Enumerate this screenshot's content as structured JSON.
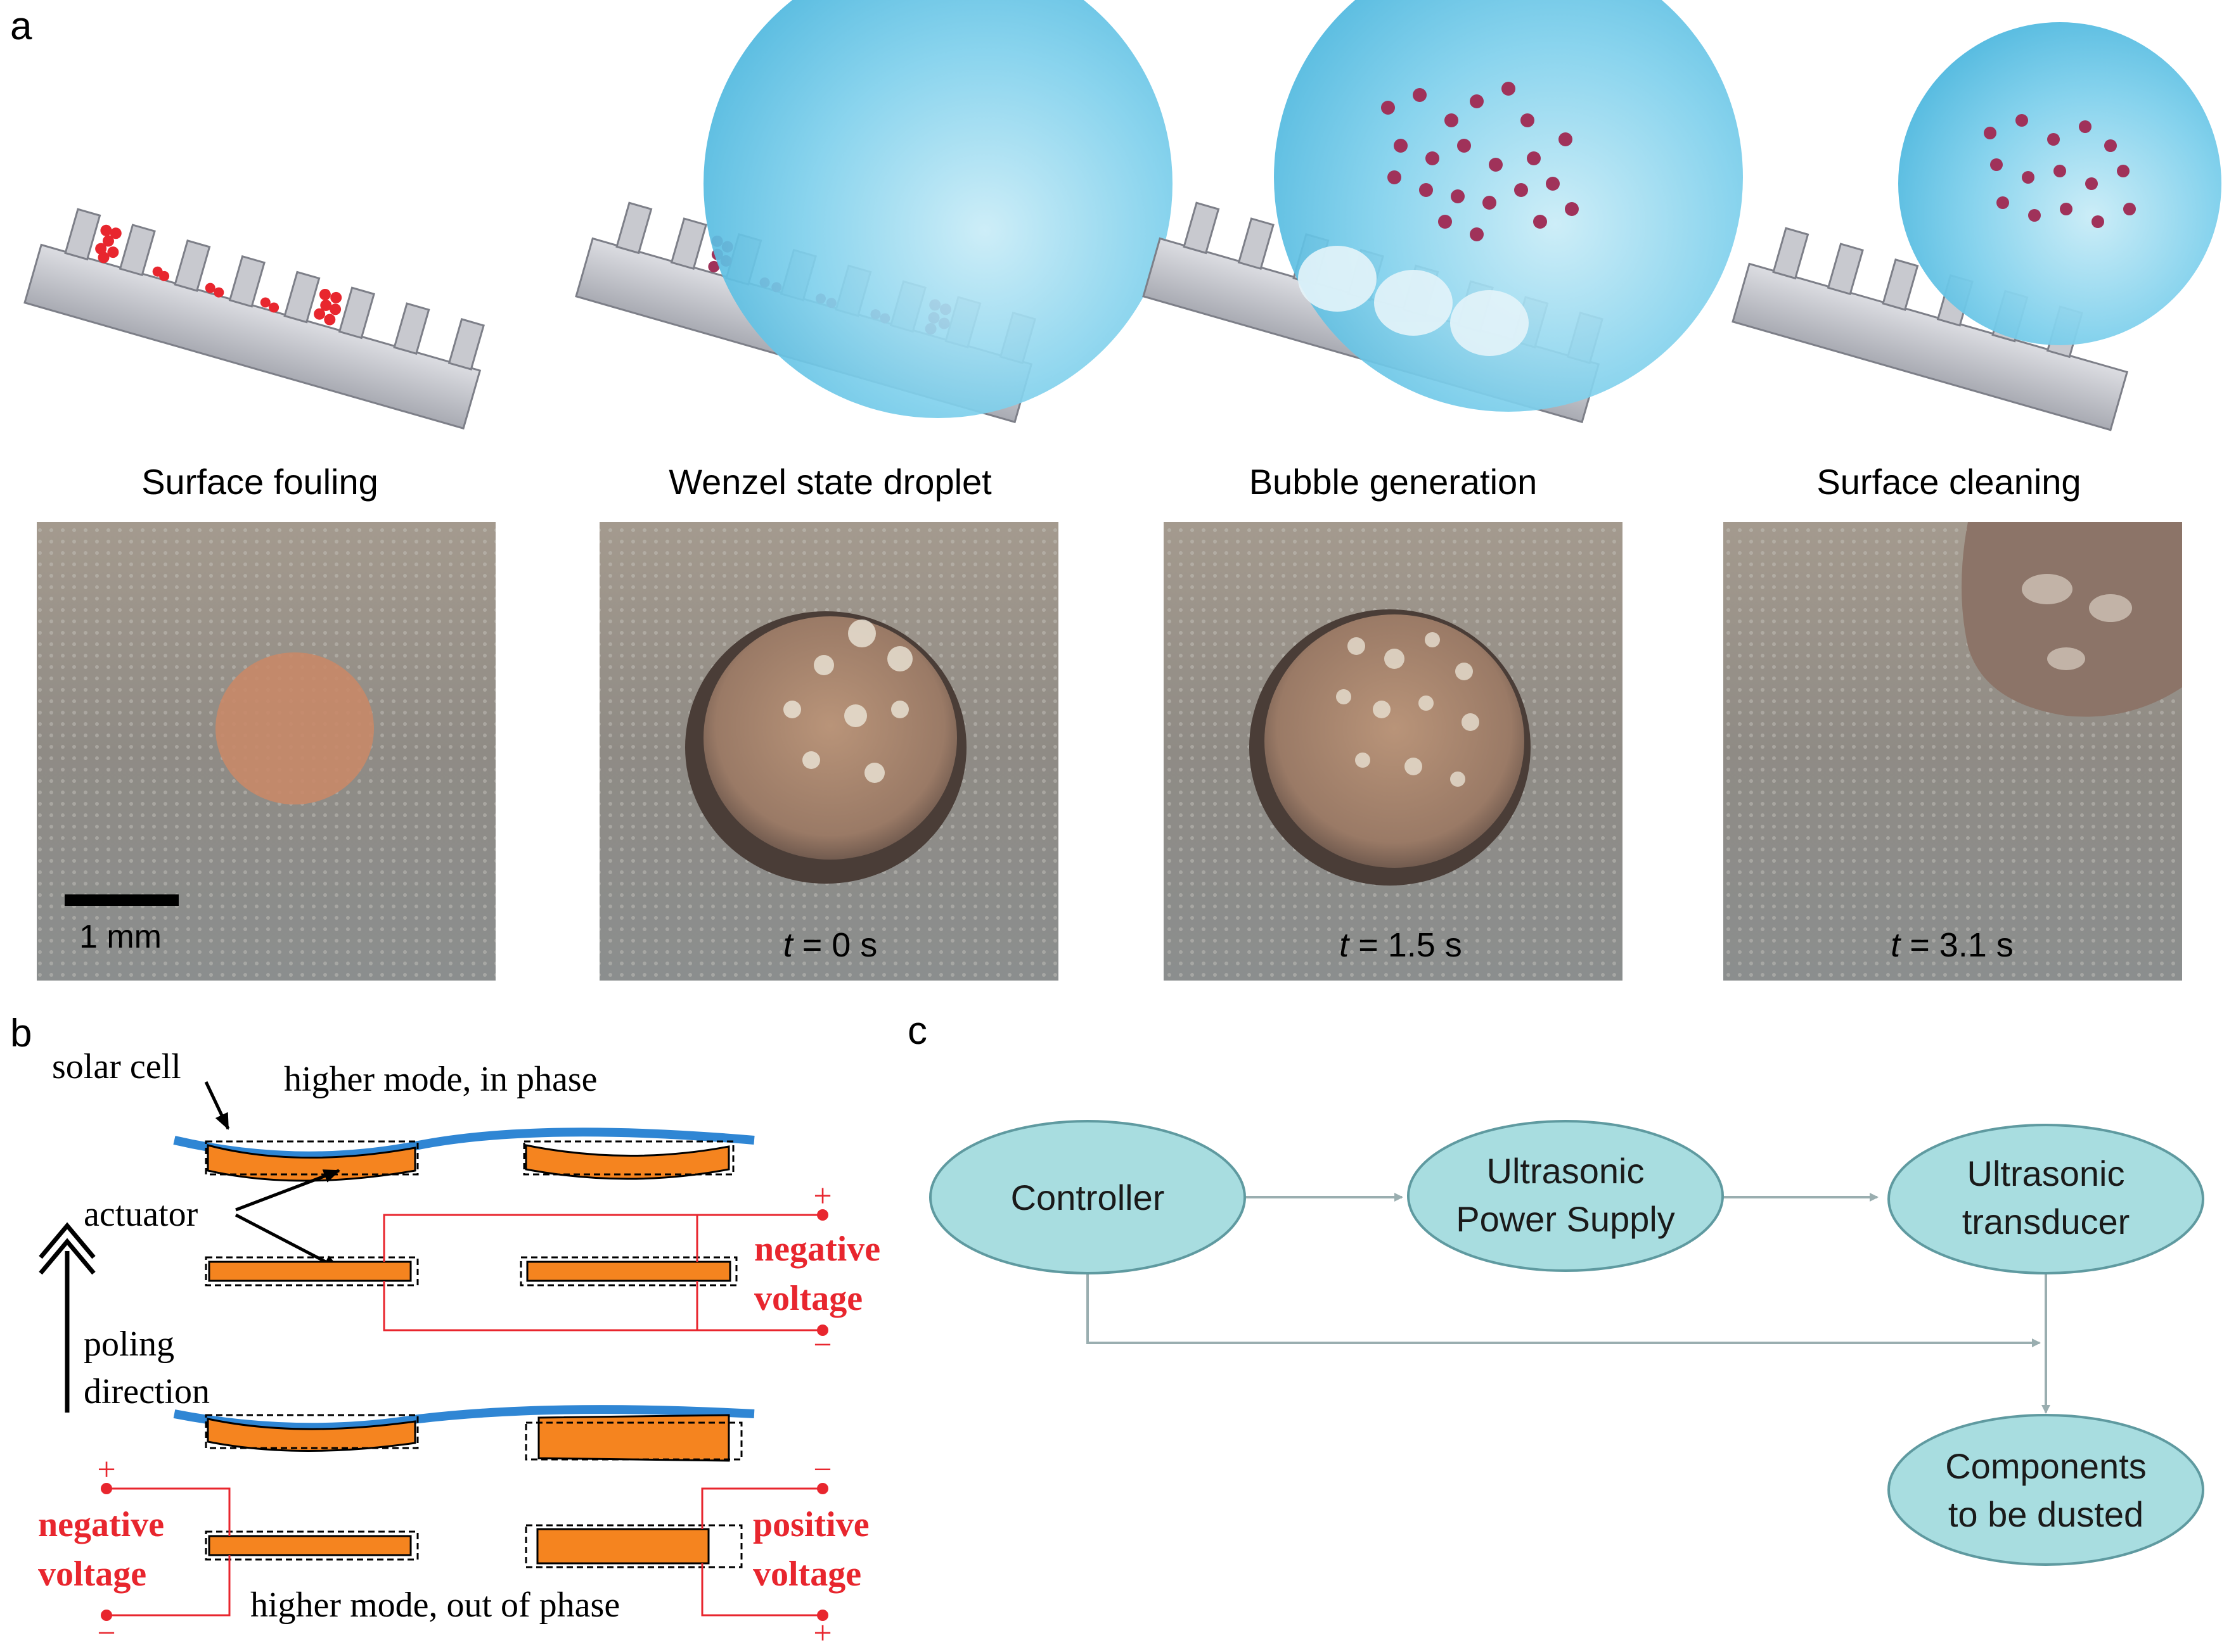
{
  "panel_a": {
    "letter": "a",
    "stages": [
      {
        "caption": "Surface fouling"
      },
      {
        "caption": "Wenzel state droplet"
      },
      {
        "caption": "Bubble generation"
      },
      {
        "caption": "Surface cleaning"
      }
    ],
    "photos": [
      {
        "time_var": "",
        "time_rest": "",
        "scale_label": "1 mm"
      },
      {
        "time_var": "t",
        "time_rest": " = 0 s"
      },
      {
        "time_var": "t",
        "time_rest": " = 1.5 s"
      },
      {
        "time_var": "t",
        "time_rest": " = 3.1 s"
      }
    ]
  },
  "panel_b": {
    "letter": "b",
    "solar_cell": "solar cell",
    "top_mode": "higher mode, in phase",
    "actuator": "actuator",
    "poling_line1": "poling",
    "poling_line2": "direction",
    "neg_top_l1": "negative",
    "neg_top_l2": "voltage",
    "neg_bot_l1": "negative",
    "neg_bot_l2": "voltage",
    "pos_bot_l1": "positive",
    "pos_bot_l2": "voltage",
    "bottom_mode": "higher mode, out of phase",
    "plus": "+",
    "minus": "−"
  },
  "panel_c": {
    "letter": "c",
    "nodes": {
      "controller": "Controller",
      "power_l1": "Ultrasonic",
      "power_l2": "Power Supply",
      "transducer_l1": "Ultrasonic",
      "transducer_l2": "transducer",
      "components_l1": "Components",
      "components_l2": "to be dusted"
    }
  },
  "colors": {
    "droplet": "#5ec3e6",
    "fouling": "#e8262e",
    "actuator": "#f5841f",
    "solar": "#2f86d4",
    "voltage": "#e8262e",
    "node_fill": "#a8dde0",
    "node_stroke": "#5f9aa0",
    "arrow": "#9aaeb0"
  }
}
